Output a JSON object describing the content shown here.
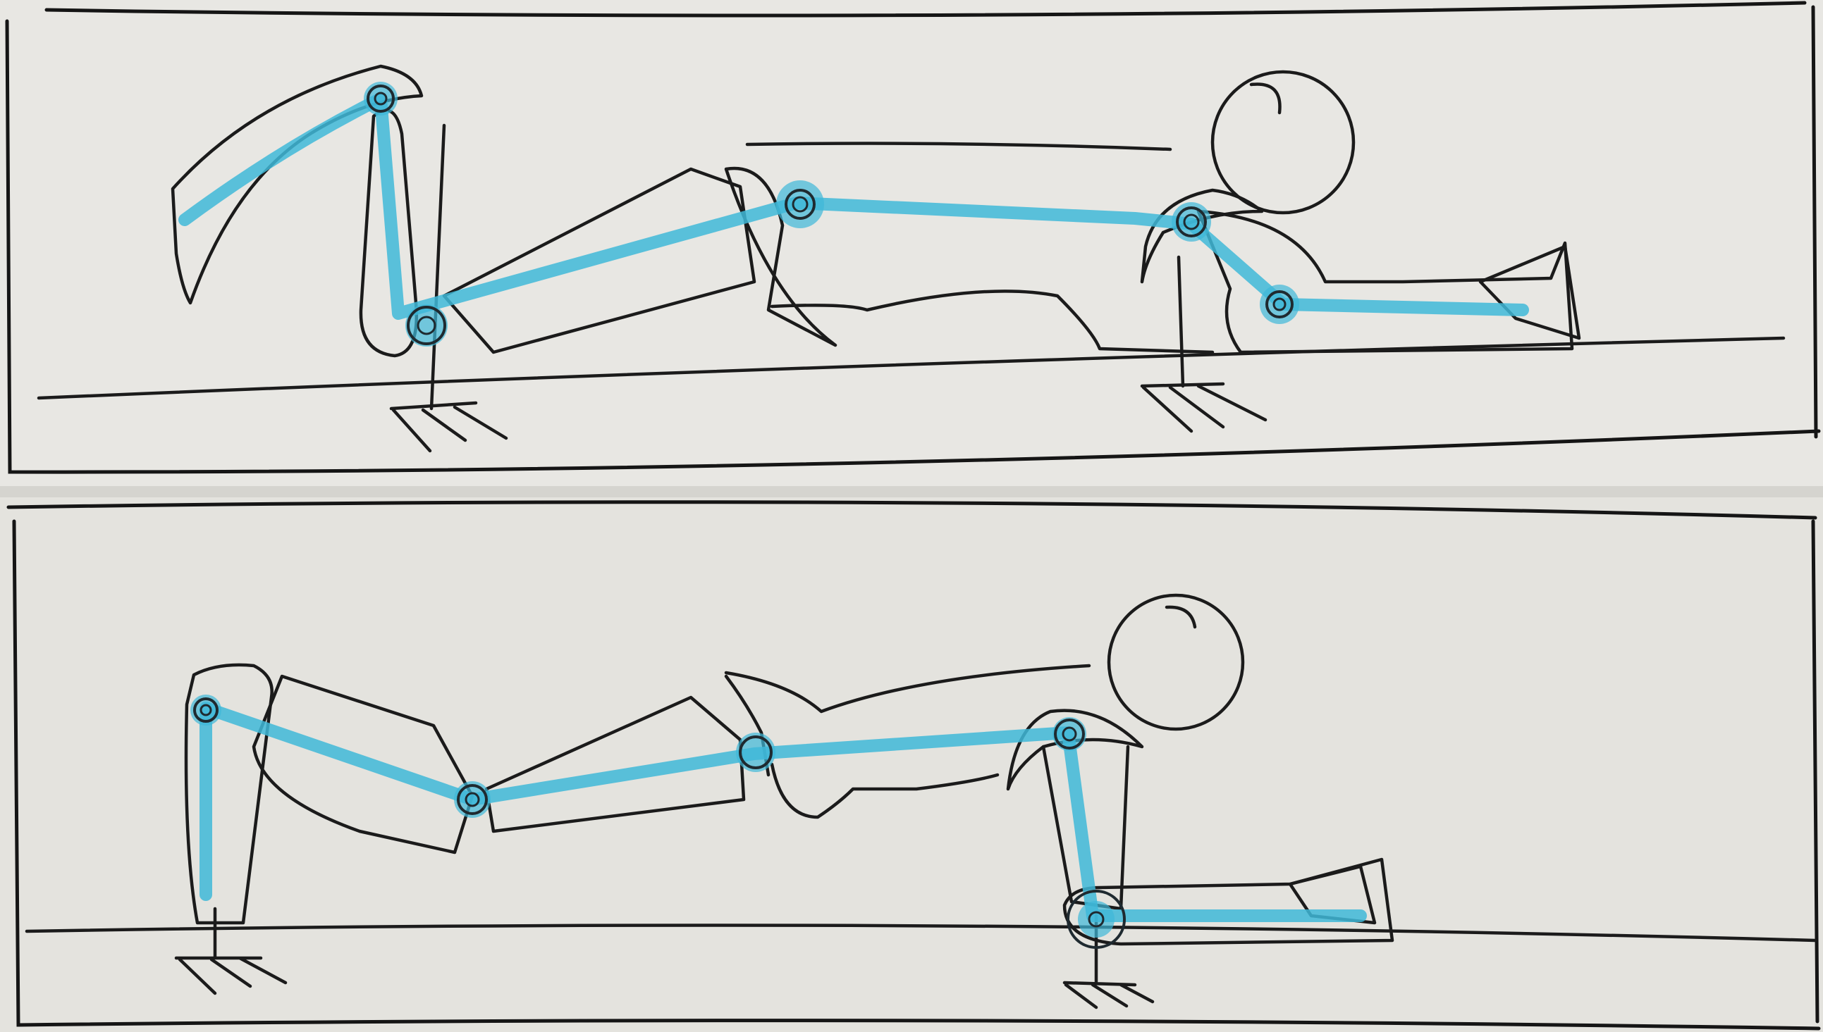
{
  "colors": {
    "paper_top": "#e8e7e3",
    "paper_bottom": "#e4e3de",
    "ink": "#1b1b1b",
    "marker": "#3fb8d8",
    "shadow": "#d5d4cf"
  },
  "panels": [
    {
      "name": "panel-top",
      "pose": "rig-raised-legs"
    },
    {
      "name": "panel-bottom",
      "pose": "rig-plank"
    }
  ]
}
